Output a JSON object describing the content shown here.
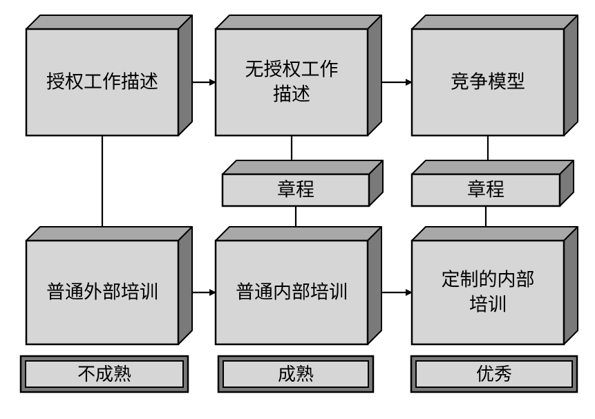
{
  "colors": {
    "box_front": "#d6d6d6",
    "box_top": "#a8a8a8",
    "box_side": "#7a7a7a",
    "outline": "#000000",
    "tag_fill": "#d6d6d6"
  },
  "boxes": {
    "auth_desc": {
      "lines": [
        "授权工作描述"
      ]
    },
    "unauth_desc": {
      "lines": [
        "无授权工作",
        "描述"
      ]
    },
    "competency": {
      "lines": [
        "竞争模型"
      ]
    },
    "charter_mid": {
      "lines": [
        "章程"
      ]
    },
    "charter_right": {
      "lines": [
        "章程"
      ]
    },
    "ext_training": {
      "lines": [
        "普通外部培训"
      ]
    },
    "int_training": {
      "lines": [
        "普通内部培训"
      ]
    },
    "custom_training": {
      "lines": [
        "定制的内部",
        "培训"
      ]
    }
  },
  "levels": {
    "immature": "不成熟",
    "mature": "成熟",
    "excellent": "优秀"
  },
  "arrows": [
    {
      "from": "auth_desc",
      "to": "unauth_desc"
    },
    {
      "from": "unauth_desc",
      "to": "competency"
    },
    {
      "from": "auth_desc",
      "to": "ext_training"
    },
    {
      "from": "unauth_desc",
      "to": "charter_mid"
    },
    {
      "from": "charter_mid",
      "to": "int_training"
    },
    {
      "from": "competency",
      "to": "charter_right"
    },
    {
      "from": "charter_right",
      "to": "custom_training"
    },
    {
      "from": "ext_training",
      "to": "int_training"
    },
    {
      "from": "int_training",
      "to": "custom_training"
    }
  ]
}
